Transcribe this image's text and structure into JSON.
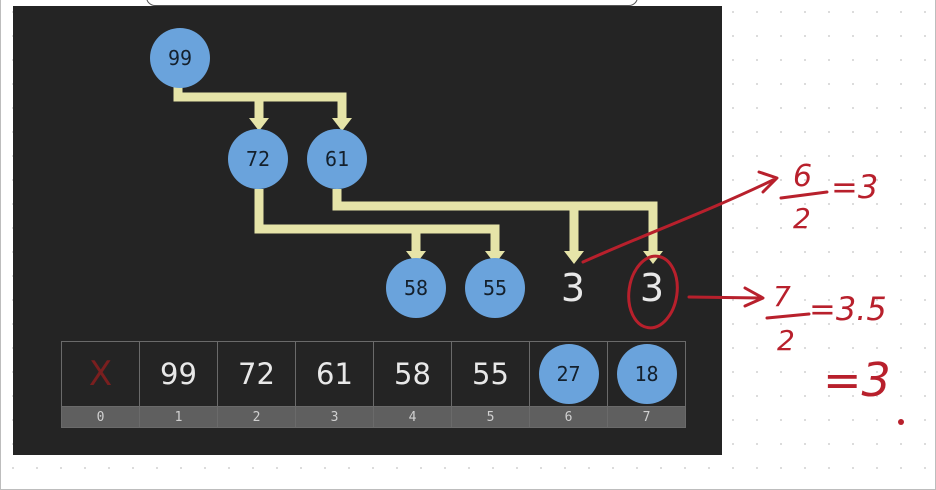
{
  "tree": {
    "root": "99",
    "level1": [
      "72",
      "61"
    ],
    "level2": [
      "58",
      "55"
    ],
    "computed": [
      "3",
      "3"
    ]
  },
  "array": {
    "cells": [
      {
        "index": "0",
        "value": "X",
        "state": "empty"
      },
      {
        "index": "1",
        "value": "99",
        "state": "plain"
      },
      {
        "index": "2",
        "value": "72",
        "state": "plain"
      },
      {
        "index": "3",
        "value": "61",
        "state": "plain"
      },
      {
        "index": "4",
        "value": "58",
        "state": "plain"
      },
      {
        "index": "5",
        "value": "55",
        "state": "plain"
      },
      {
        "index": "6",
        "value": "27",
        "state": "circled"
      },
      {
        "index": "7",
        "value": "18",
        "state": "circled"
      }
    ]
  },
  "annotations": {
    "first": {
      "numerator": "6",
      "denominator": "2",
      "result": "=3"
    },
    "second": {
      "numerator": "7",
      "denominator": "2",
      "result": "=3.5"
    },
    "floor_result": "=3"
  },
  "colors": {
    "panel": "#242424",
    "node": "#6aa3dc",
    "connector": "#e6e4a8",
    "ink": "#b8202c",
    "empty_marker": "#7a1f1f"
  }
}
